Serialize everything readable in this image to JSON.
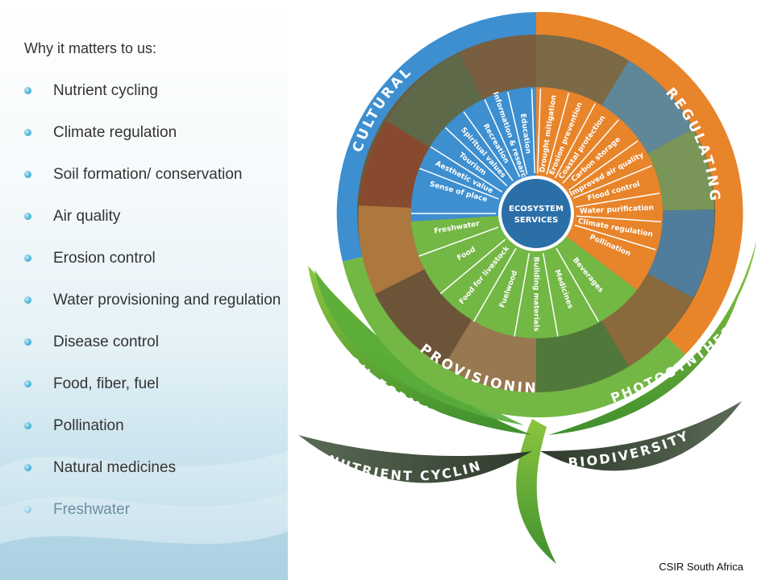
{
  "heading": "Why it matters to us:",
  "bullets": [
    "Nutrient cycling",
    "Climate regulation",
    "Soil formation/ conservation",
    "Air quality",
    "Erosion control",
    "Water provisioning and regulation",
    "Disease control",
    "Food, fiber, fuel",
    "Pollination",
    "Natural medicines",
    "Freshwater"
  ],
  "center": {
    "line1": "ECOSYSTEM",
    "line2": "SERVICES"
  },
  "ring": {
    "cultural": "CULTURAL",
    "regulating": "REGULATING",
    "provisioning": "PROVISIONING"
  },
  "segments": {
    "cultural": [
      "Education",
      "Information & research",
      "Recreation",
      "Spiritual values",
      "Tourism",
      "Aesthetic value",
      "Sense of place"
    ],
    "regulating": [
      "Drought mitigation",
      "Erosion prevention",
      "Coastal protection",
      "Carbon storage",
      "Improved air quality",
      "Flood control",
      "Water purification",
      "Climate regulation",
      "Pollination"
    ],
    "provisioning": [
      "Freshwater",
      "Food",
      "Food for livestock",
      "Fuelwood",
      "Building materials",
      "Medicines",
      "Beverages"
    ]
  },
  "leaves": {
    "soil_formation": "SOIL FORMATION",
    "nutrient_cycling": "NUTRIENT CYCLING",
    "photosynthesis": "PHOTOSYNTHESIS",
    "biodiversity": "BIODIVERSITY"
  },
  "colors": {
    "cultural": "#3d8fd0",
    "regulating": "#e8842a",
    "provisioning": "#73b744",
    "leaf_green": "#4fa23a",
    "center": "#2b6fa8"
  },
  "credit": "CSIR South Africa"
}
